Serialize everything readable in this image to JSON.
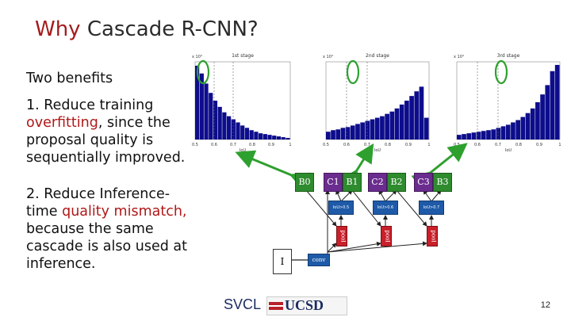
{
  "slide": {
    "title_prefix": "Why",
    "title_rest": "Cascade R-CNN?",
    "subtitle": "Two benefits",
    "benefit1": {
      "line1": "1. Reduce training",
      "line2_red": "overfitting",
      "line2_rest": ", since the",
      "line3": "proposal quality is",
      "line4": "sequentially improved."
    },
    "benefit2": {
      "line1": "2. Reduce Inference-",
      "line2_prefix": "time ",
      "line2_red": "quality mismatch,",
      "line3": "because the same",
      "line4": "cascade is also used at",
      "line5": "inference."
    },
    "page_number": "12",
    "footer": {
      "left": "SVCL",
      "right": "UCSD"
    }
  },
  "histograms": [
    {
      "stage_label": "1st stage",
      "scale_label": "x 10⁴",
      "xticks": [
        "0.5",
        "0.6",
        "0.7",
        "0.8",
        "0.9",
        "1"
      ],
      "xlabel": "IoU",
      "bars": [
        0.95,
        0.85,
        0.72,
        0.6,
        0.5,
        0.42,
        0.35,
        0.3,
        0.26,
        0.22,
        0.18,
        0.15,
        0.12,
        0.1,
        0.08,
        0.07,
        0.06,
        0.05,
        0.04,
        0.03,
        0.02
      ]
    },
    {
      "stage_label": "2nd stage",
      "scale_label": "x 10⁴",
      "xticks": [
        "0.5",
        "0.6",
        "0.7",
        "0.8",
        "0.9",
        "1"
      ],
      "xlabel": "IoU",
      "bars": [
        0.1,
        0.12,
        0.13,
        0.15,
        0.16,
        0.18,
        0.2,
        0.22,
        0.24,
        0.26,
        0.28,
        0.3,
        0.33,
        0.36,
        0.4,
        0.45,
        0.5,
        0.56,
        0.62,
        0.68,
        0.28
      ]
    },
    {
      "stage_label": "3rd stage",
      "scale_label": "x 10⁴",
      "xticks": [
        "0.5",
        "0.6",
        "0.7",
        "0.8",
        "0.9",
        "1"
      ],
      "xlabel": "IoU",
      "bars": [
        0.06,
        0.07,
        0.08,
        0.09,
        0.1,
        0.11,
        0.12,
        0.13,
        0.15,
        0.17,
        0.19,
        0.22,
        0.25,
        0.29,
        0.34,
        0.4,
        0.48,
        0.58,
        0.7,
        0.88,
        0.96
      ]
    }
  ],
  "diagram": {
    "b0": "B0",
    "c1": "C1",
    "b1": "B1",
    "c2": "C2",
    "b2": "B2",
    "c3": "C3",
    "b3": "B3",
    "h1": "IoU>0.5",
    "h2": "IoU>0.6",
    "h3": "IoU>0.7",
    "pool": "pool",
    "conv": "conv",
    "image": "I"
  }
}
